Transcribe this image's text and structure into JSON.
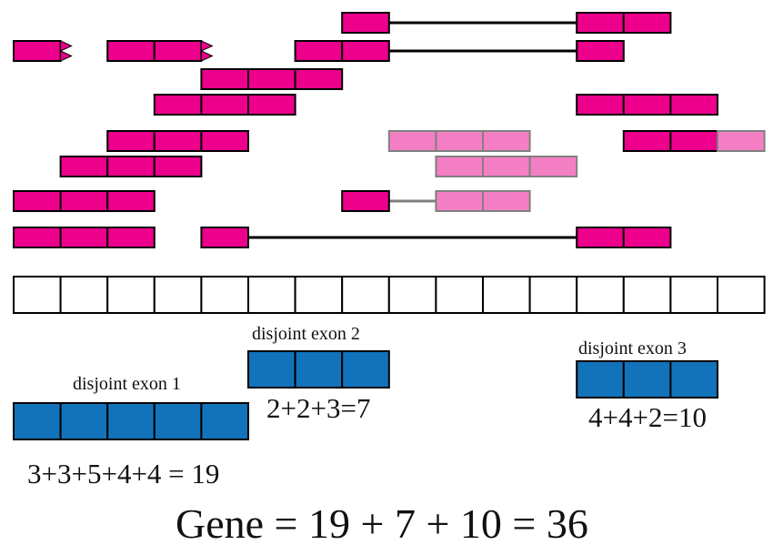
{
  "title": "Disjoint exon gene length calculation",
  "colors": {
    "read_exon": "#EC008C",
    "read_exon_faded": "#F47FC4",
    "disjoint_exon": "#1273BA",
    "genome_cell": "#FFFFFF",
    "outline": "#000000",
    "faded_outline": "#808080"
  },
  "genome": {
    "cell_count": 16
  },
  "reads": [
    {
      "segments": [
        {
          "start": 7,
          "len": 1
        },
        {
          "start": 12,
          "len": 2
        }
      ],
      "junctions": [
        [
          8,
          12
        ]
      ],
      "faded": false
    },
    {
      "segments": [
        {
          "start": 0,
          "len": 1,
          "arrow": true
        },
        {
          "start": 2,
          "len": 2,
          "arrow": true
        },
        {
          "start": 6,
          "len": 2
        },
        {
          "start": 12,
          "len": 1
        }
      ],
      "junctions": [
        [
          8,
          12
        ]
      ],
      "faded": false
    },
    {
      "segments": [
        {
          "start": 4,
          "len": 3
        }
      ],
      "junctions": [],
      "faded": false
    },
    {
      "segments": [
        {
          "start": 3,
          "len": 3
        },
        {
          "start": 12,
          "len": 3
        }
      ],
      "junctions": [],
      "faded": false
    },
    {
      "segments": [
        {
          "start": 2,
          "len": 3
        },
        {
          "start": 8,
          "len": 3,
          "faded": true
        },
        {
          "start": 13,
          "len": 2
        },
        {
          "start": 15,
          "len": 1,
          "faded": true
        }
      ],
      "junctions": [],
      "faded": false
    },
    {
      "segments": [
        {
          "start": 1,
          "len": 3
        },
        {
          "start": 9,
          "len": 3,
          "faded": true
        }
      ],
      "junctions": [],
      "faded": false
    },
    {
      "segments": [
        {
          "start": 0,
          "len": 3
        },
        {
          "start": 7,
          "len": 1
        },
        {
          "start": 9,
          "len": 2,
          "faded": true
        }
      ],
      "junctions": [
        [
          8,
          9,
          "faded"
        ]
      ],
      "faded": false
    },
    {
      "segments": [
        {
          "start": 0,
          "len": 3
        },
        {
          "start": 4,
          "len": 1
        },
        {
          "start": 12,
          "len": 2
        }
      ],
      "junctions": [
        [
          5,
          12
        ]
      ],
      "faded": false
    }
  ],
  "disjoint_exons": [
    {
      "label": "disjoint exon 1",
      "start": 0,
      "len": 5,
      "sum": "3+3+5+4+4 = 19",
      "value": 19
    },
    {
      "label": "disjoint exon 2",
      "start": 5,
      "len": 3,
      "sum": "2+2+3=7",
      "value": 7
    },
    {
      "label": "disjoint exon 3",
      "start": 12,
      "len": 3,
      "sum": "4+4+2=10",
      "value": 10
    }
  ],
  "gene_total": "Gene = 19 + 7 + 10 = 36"
}
